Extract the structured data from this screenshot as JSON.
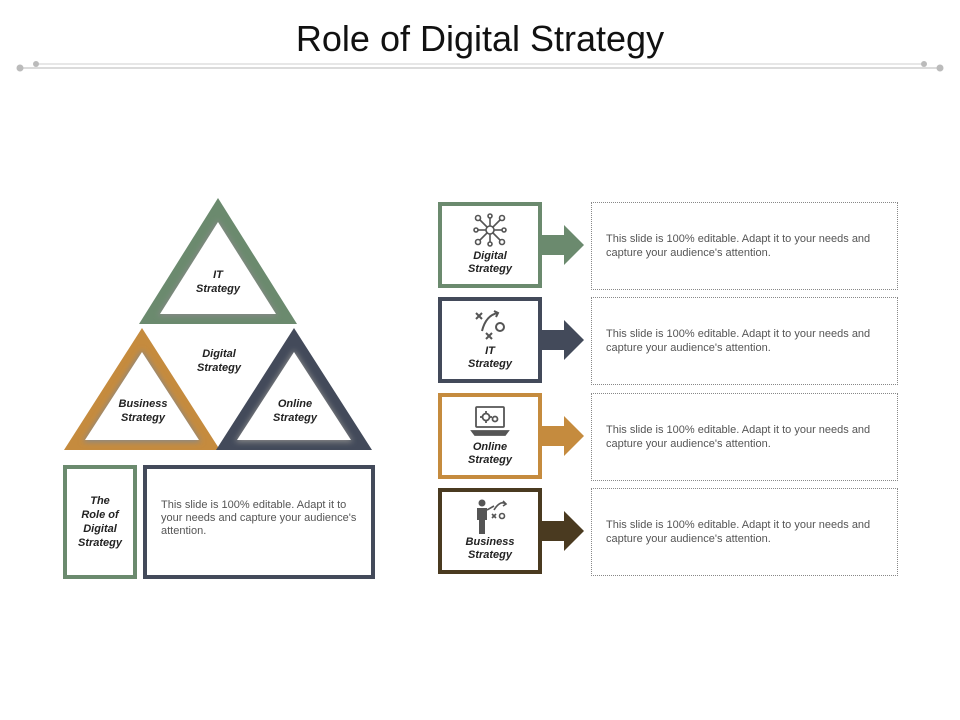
{
  "title": "Role of Digital Strategy",
  "colors": {
    "green": "#6b8a6e",
    "navy": "#434a5a",
    "gold": "#c58b3e",
    "brown": "#4a3a20"
  },
  "pyramid": {
    "top_label": "IT\nStrategy",
    "center_label": "Digital\nStrategy",
    "left_label": "Business\nStrategy",
    "right_label": "Online\nStrategy"
  },
  "summary": {
    "heading": "The\nRole of\nDigital\nStrategy",
    "text": "This slide is 100% editable. Adapt it to your needs and capture your audience's attention."
  },
  "items": [
    {
      "label": "Digital\nStrategy",
      "icon": "network-icon",
      "text": "This slide is 100% editable. Adapt it to your needs and capture your audience's attention."
    },
    {
      "label": "IT\nStrategy",
      "icon": "strategy-play-icon",
      "text": "This slide is 100% editable. Adapt it to your needs and capture your audience's attention."
    },
    {
      "label": "Online\nStrategy",
      "icon": "laptop-gears-icon",
      "text": "This slide is 100% editable. Adapt it to your needs and capture your audience's attention."
    },
    {
      "label": "Business\nStrategy",
      "icon": "presenter-icon",
      "text": "This slide is 100% editable. Adapt it to your needs and capture your audience's attention."
    }
  ]
}
